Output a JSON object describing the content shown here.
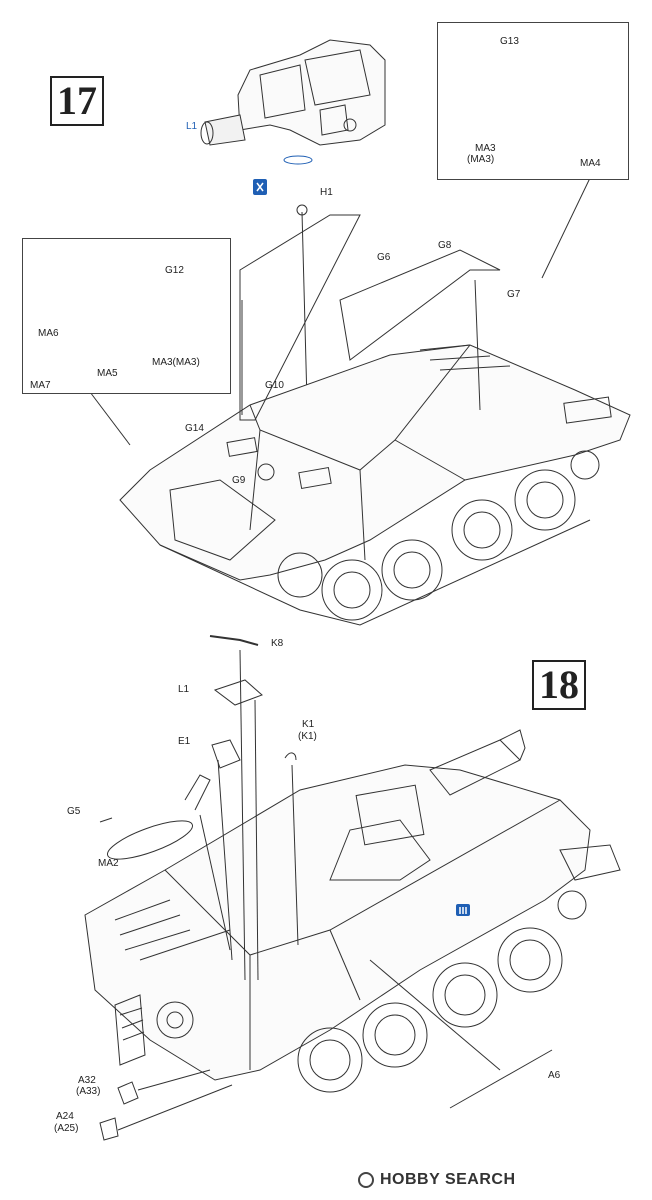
{
  "steps": [
    {
      "number": "17"
    },
    {
      "number": "18"
    }
  ],
  "parts": {
    "step17": [
      "L1",
      "H1",
      "G6",
      "G8",
      "G7",
      "G10",
      "G14",
      "G9"
    ],
    "inset_top_right": [
      "G13",
      "MA3",
      "(MA3)",
      "MA4"
    ],
    "inset_left": [
      "G12",
      "MA6",
      "MA7",
      "MA5",
      "MA3(MA3)"
    ],
    "step18": [
      "K8",
      "L1",
      "K1",
      "(K1)",
      "E1",
      "G5",
      "MA2",
      "A6",
      "A32",
      "(A33)",
      "A24",
      "(A25)"
    ]
  },
  "watermark": {
    "text": "HOBBY SEARCH"
  },
  "colors": {
    "accent": "#1f5fb4",
    "line": "#333333"
  }
}
